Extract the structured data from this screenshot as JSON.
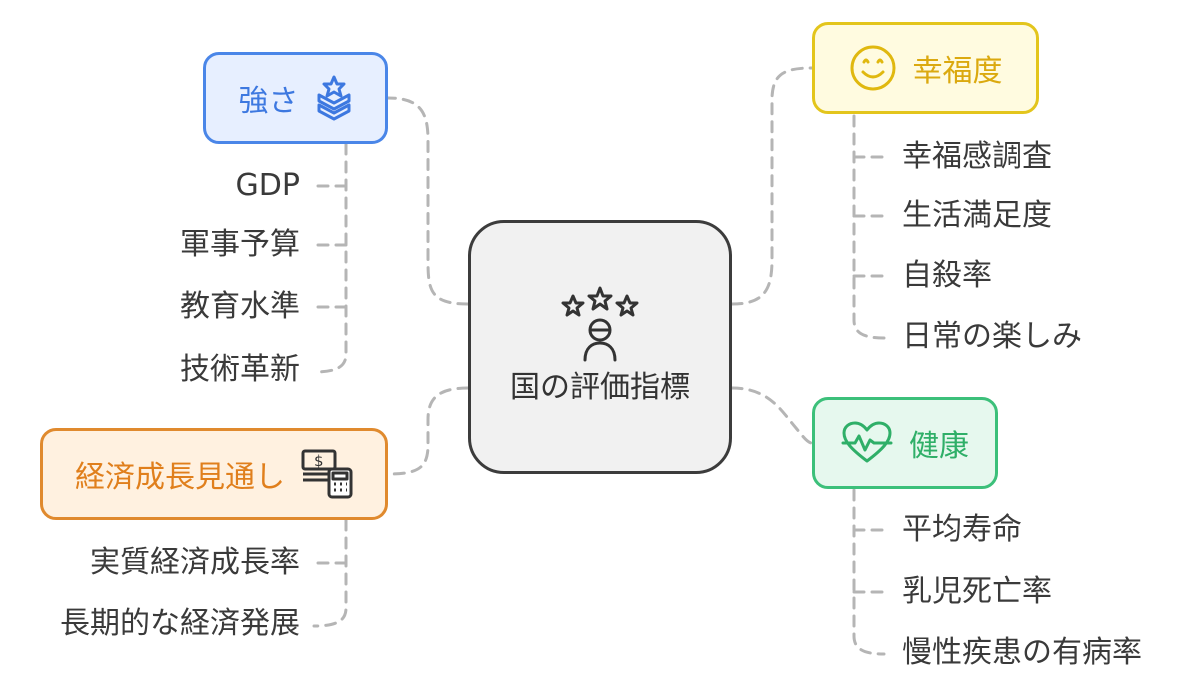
{
  "center": {
    "title": "国の評価指標",
    "icon": "stars-person-icon"
  },
  "branches": {
    "strength": {
      "label": "強さ",
      "icon": "medal-icon",
      "color": "#4a86e8",
      "fill": "#e7efff",
      "items": [
        "GDP",
        "軍事予算",
        "教育水準",
        "技術革新"
      ]
    },
    "economy": {
      "label": "経済成長見通し",
      "icon": "money-calculator-icon",
      "color": "#e08a2e",
      "fill": "#fff1e0",
      "items": [
        "実質経済成長率",
        "長期的な経済発展"
      ]
    },
    "happiness": {
      "label": "幸福度",
      "icon": "smile-icon",
      "color": "#e3c51c",
      "fill": "#fffbe0",
      "items": [
        "幸福感調査",
        "生活満足度",
        "自殺率",
        "日常の楽しみ"
      ]
    },
    "health": {
      "label": "健康",
      "icon": "heart-pulse-icon",
      "color": "#3cc07a",
      "fill": "#e6f8ee",
      "items": [
        "平均寿命",
        "乳児死亡率",
        "慢性疾患の有病率"
      ]
    }
  }
}
